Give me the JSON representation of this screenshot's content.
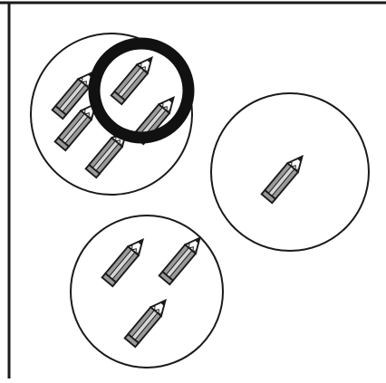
{
  "colors": {
    "background": "#ffffff",
    "outline": "#1a1a1a",
    "pencil_body": "#9a9a9a",
    "pencil_light": "#d6d6d6",
    "pencil_tip": "#ffffff",
    "highlight_ring": "#111111"
  },
  "groups": [
    {
      "name": "group-top-left",
      "pencil_count": 5
    },
    {
      "name": "group-right",
      "pencil_count": 1
    },
    {
      "name": "group-bottom",
      "pencil_count": 3
    }
  ],
  "highlight": {
    "icon": "selection-ring",
    "selected_group": "group-top-left"
  },
  "icons": {
    "pencil": "pencil-icon"
  }
}
